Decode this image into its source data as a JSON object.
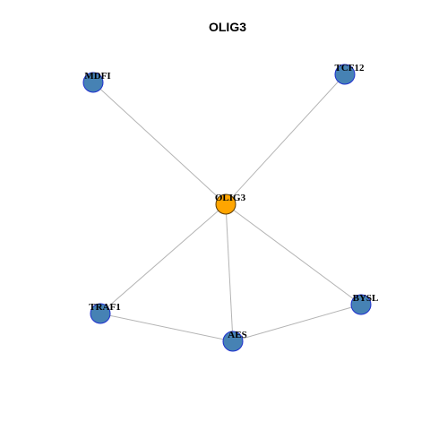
{
  "title": "OLIG3",
  "colors": {
    "center_fill": "#FFA500",
    "center_stroke": "#5A3A00",
    "node_fill": "#4682B4",
    "node_stroke": "#1E2FCF",
    "edge": "#B4B4B4"
  },
  "nodes": [
    {
      "id": "OLIG3",
      "label": "OLIG3",
      "center": true
    },
    {
      "id": "MDFI",
      "label": "MDFI",
      "center": false
    },
    {
      "id": "TCF12",
      "label": "TCF12",
      "center": false
    },
    {
      "id": "TRAF1",
      "label": "TRAF1",
      "center": false
    },
    {
      "id": "AES",
      "label": "AES",
      "center": false
    },
    {
      "id": "BYSL",
      "label": "BYSL",
      "center": false
    }
  ],
  "edges": [
    [
      "OLIG3",
      "MDFI"
    ],
    [
      "OLIG3",
      "TCF12"
    ],
    [
      "OLIG3",
      "TRAF1"
    ],
    [
      "OLIG3",
      "AES"
    ],
    [
      "OLIG3",
      "BYSL"
    ],
    [
      "TRAF1",
      "AES"
    ],
    [
      "AES",
      "BYSL"
    ]
  ]
}
